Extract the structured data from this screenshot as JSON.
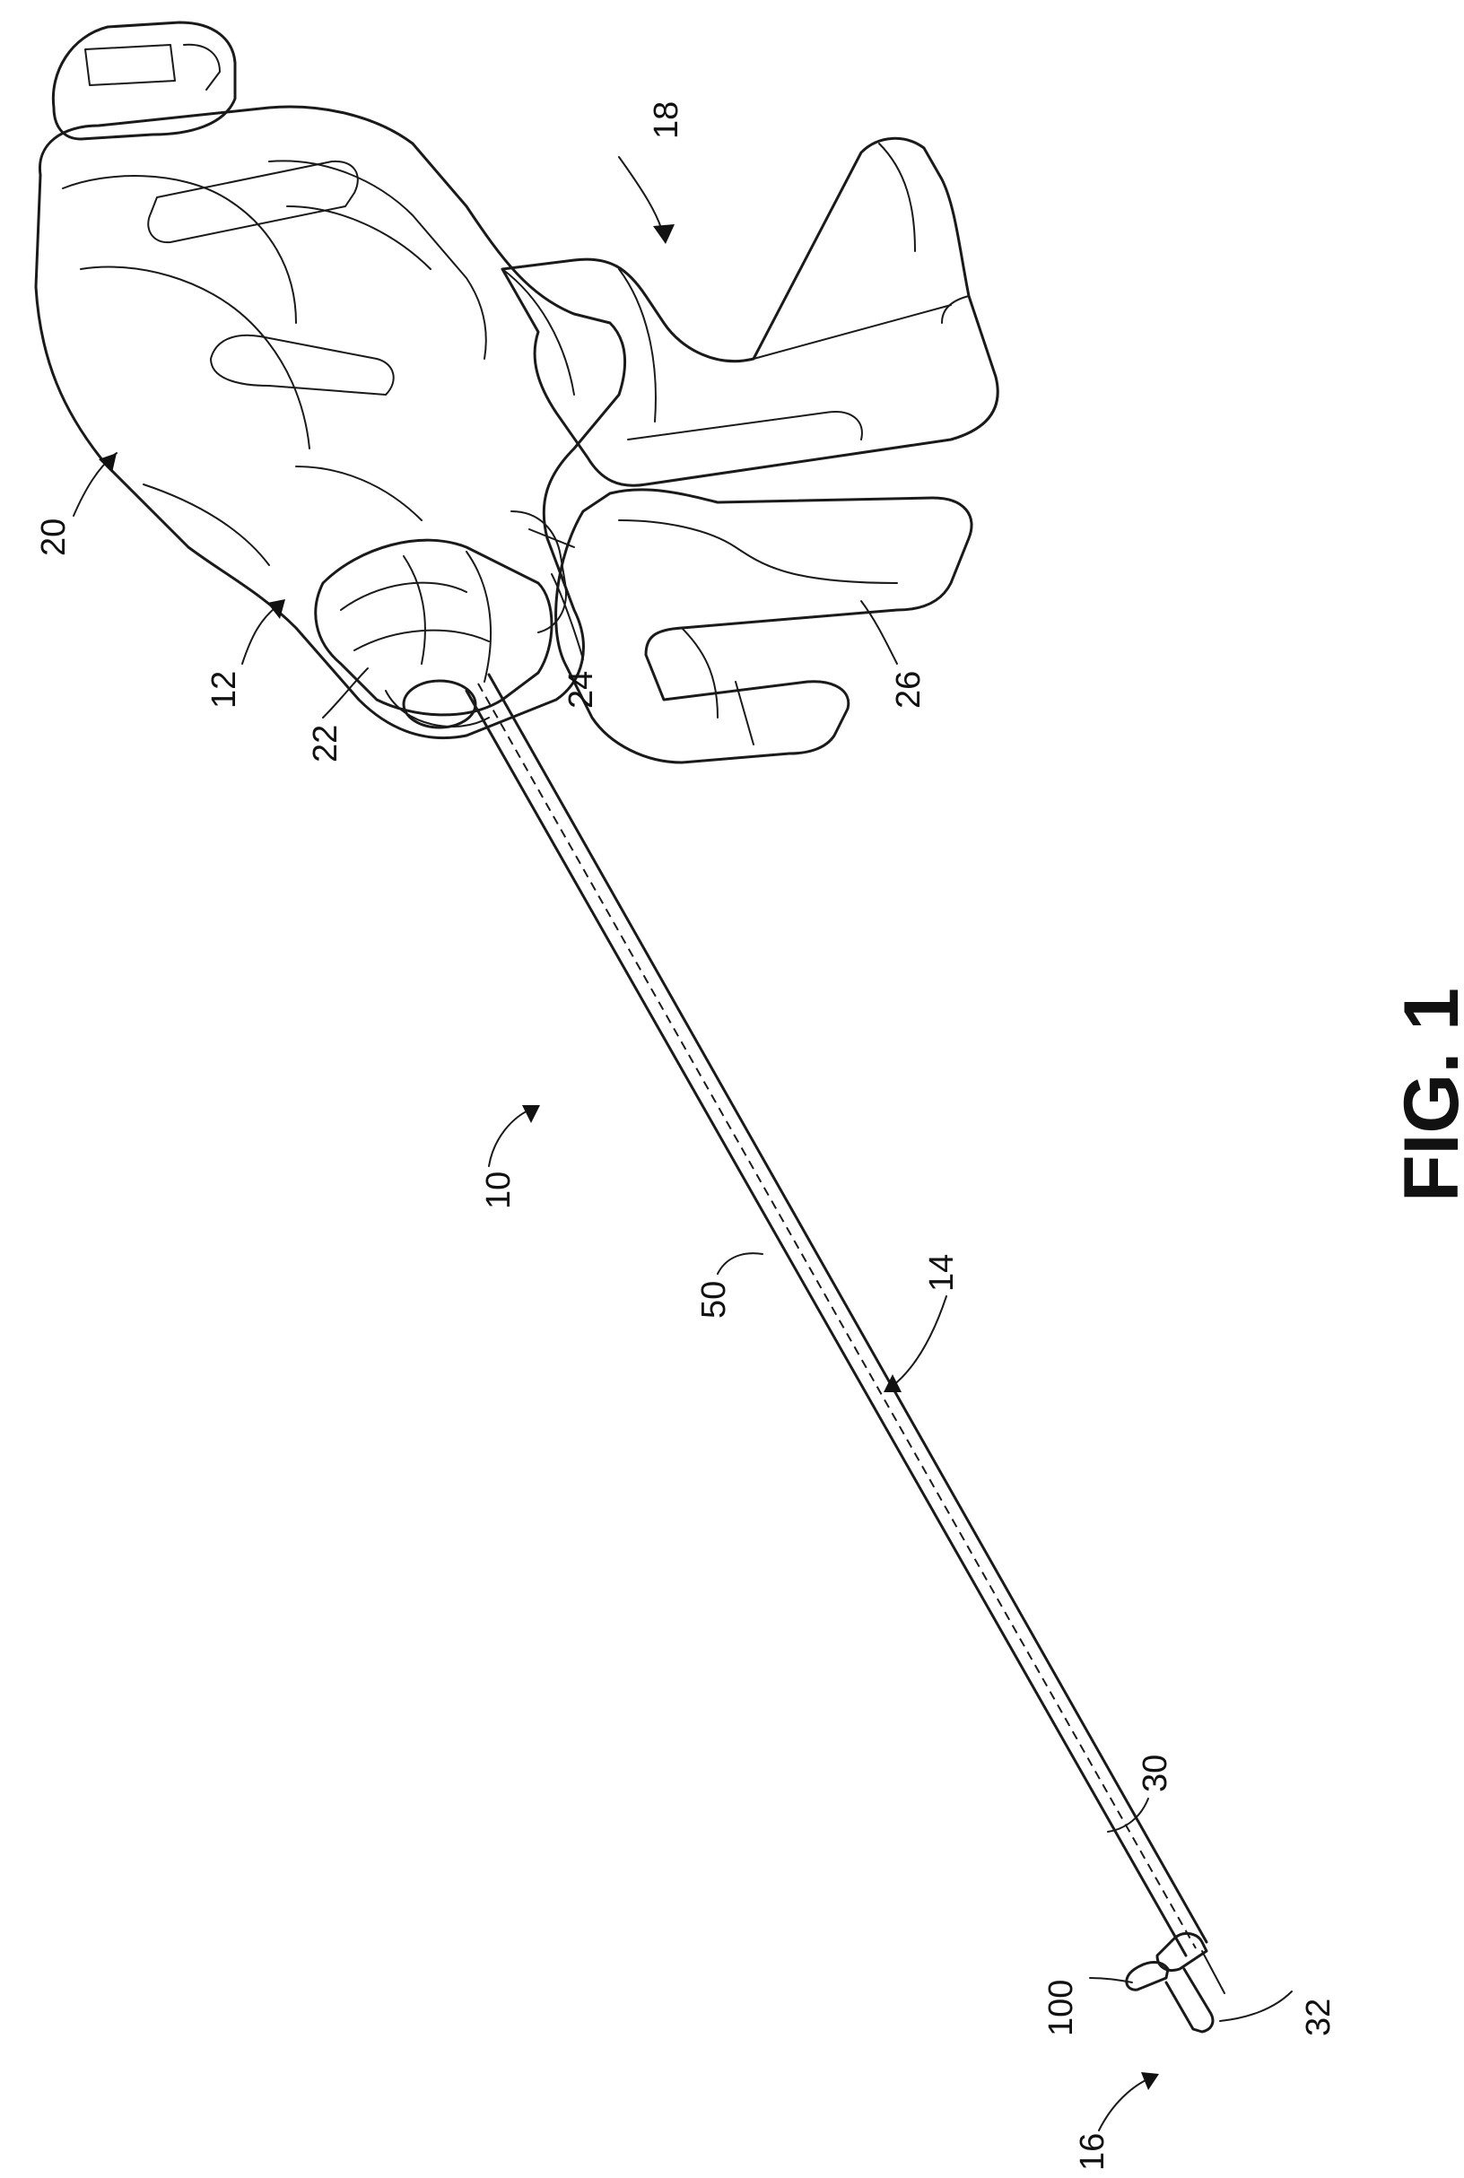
{
  "figure": {
    "caption": "FIG. 1",
    "reference_numerals": {
      "device": "10",
      "housing": "12",
      "shaft": "14",
      "end_effector": "16",
      "fixed_handle": "18",
      "housing_upper": "20",
      "rotation_knob": "22",
      "trigger_pivot": "24",
      "trigger": "26",
      "distal_tube": "30",
      "jaw_tip": "32",
      "inner_member": "50",
      "jaw": "100"
    }
  }
}
